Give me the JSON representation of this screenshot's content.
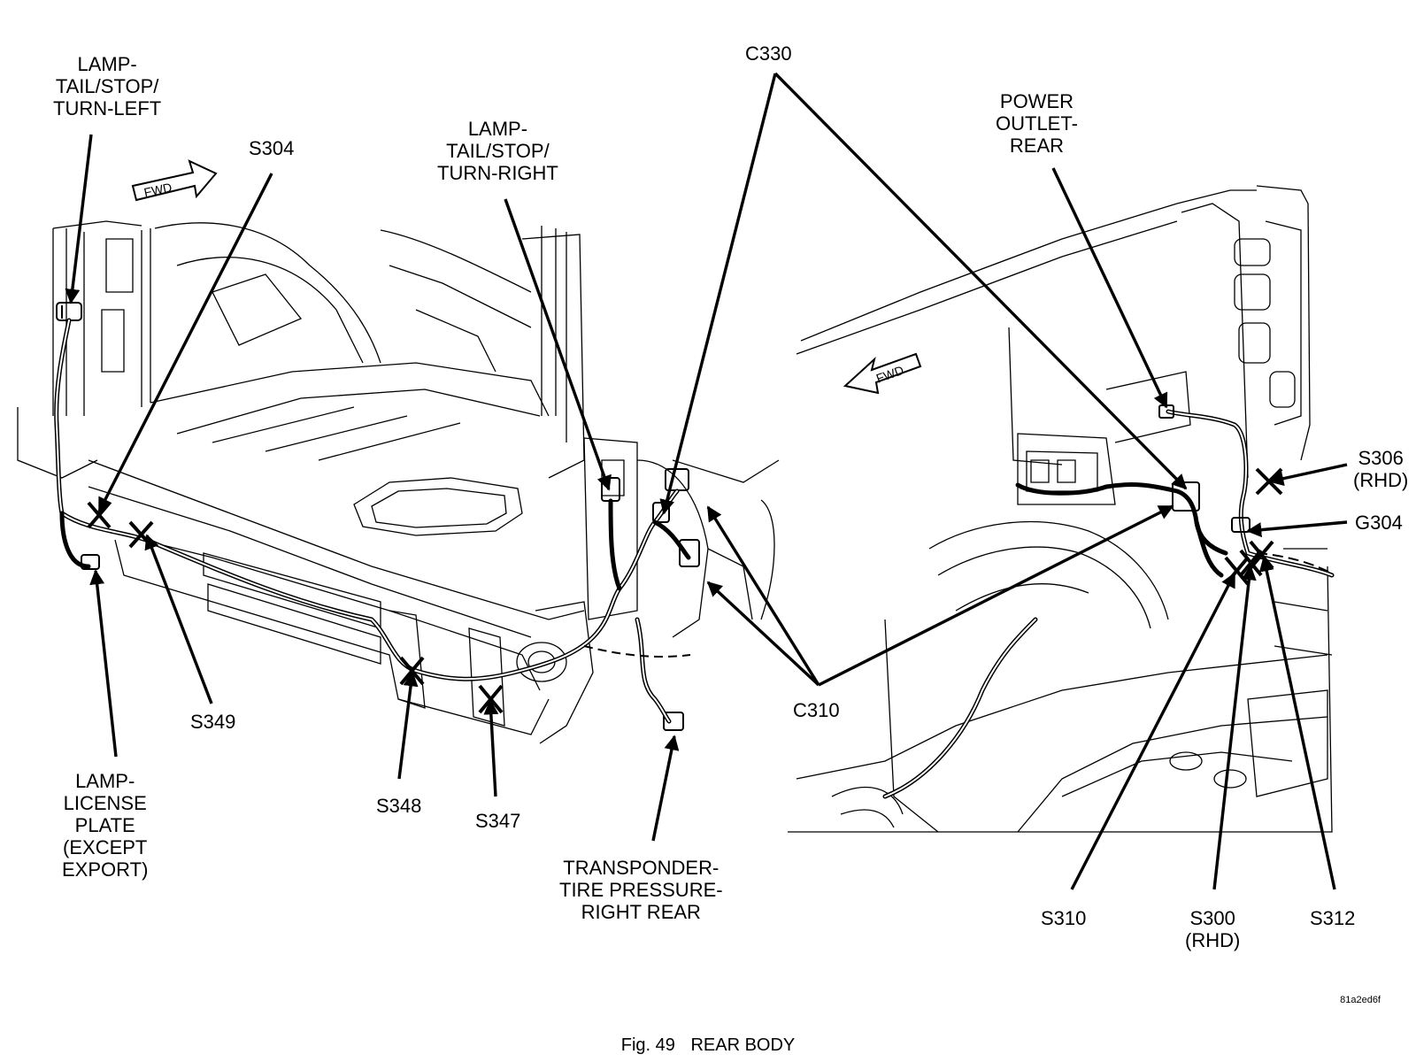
{
  "labels": {
    "lamp_tail_left": [
      "LAMP-",
      "TAIL/STOP/",
      "TURN-LEFT"
    ],
    "s304": "S304",
    "lamp_tail_right": [
      "LAMP-",
      "TAIL/STOP/",
      "TURN-RIGHT"
    ],
    "c330": "C330",
    "power_outlet": [
      "POWER",
      "OUTLET-",
      "REAR"
    ],
    "s306": [
      "S306",
      "(RHD)"
    ],
    "g304": "G304",
    "s349": "S349",
    "lamp_license": [
      "LAMP-",
      "LICENSE",
      "PLATE",
      "(EXCEPT",
      "EXPORT)"
    ],
    "s348": "S348",
    "s347": "S347",
    "transponder": [
      "TRANSPONDER-",
      "TIRE PRESSURE-",
      "RIGHT REAR"
    ],
    "c310": "C310",
    "s310": "S310",
    "s300": [
      "S300",
      "(RHD)"
    ],
    "s312": "S312",
    "fwd_left": "FWD",
    "fwd_right": "FWD"
  },
  "caption": {
    "fig": "Fig. 49",
    "title": "REAR BODY"
  },
  "figure_id": "81a2ed6f"
}
